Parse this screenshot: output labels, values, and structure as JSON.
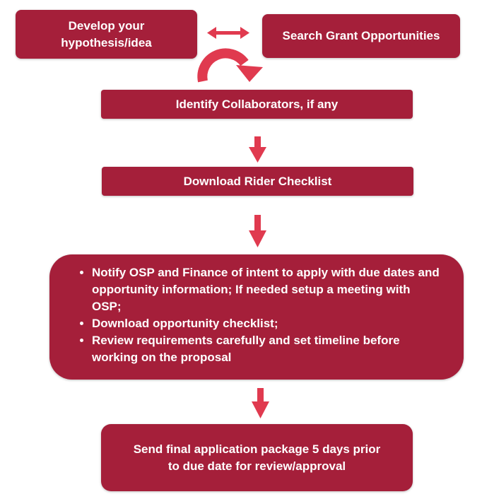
{
  "colors": {
    "box_fill": "#a51f3a",
    "arrow_fill": "#e03a4f",
    "text": "#ffffff"
  },
  "diagram": {
    "hypothesis_line1": "Develop your",
    "hypothesis_line2": "hypothesis/idea",
    "search": "Search Grant Opportunities",
    "collaborators": "Identify Collaborators, if any",
    "rider_checklist": "Download Rider Checklist",
    "notify_items": [
      "Notify OSP and Finance of intent to apply with due dates and opportunity information; If needed setup a meeting with OSP;",
      "Download opportunity checklist;",
      "Review requirements carefully and set timeline before working on the proposal"
    ],
    "final_line1": "Send final application package 5 days prior",
    "final_line2": "to due date for review/approval"
  }
}
